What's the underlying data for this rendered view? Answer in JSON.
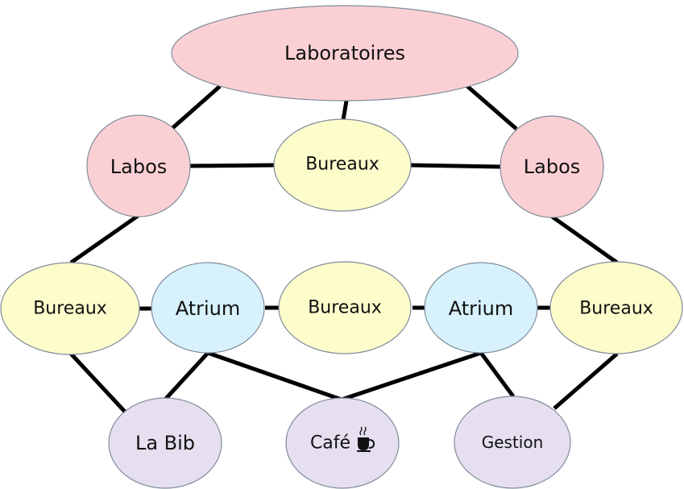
{
  "colors": {
    "laboratoires": "#fbd0d4",
    "bureaux": "#fdfccb",
    "atrium": "#d7f2fc",
    "services": "#e5dff0",
    "edge": "#000000"
  },
  "nodes": {
    "laboratoires": "Laboratoires",
    "labos_left": "Labos",
    "bureaux_top": "Bureaux",
    "labos_right": "Labos",
    "bureaux_left": "Bureaux",
    "atrium_left": "Atrium",
    "bureaux_center": "Bureaux",
    "atrium_right": "Atrium",
    "bureaux_right": "Bureaux",
    "la_bib": "La Bib",
    "cafe": "Café",
    "gestion": "Gestion"
  },
  "icons": {
    "cafe": "coffee-cup-icon"
  }
}
